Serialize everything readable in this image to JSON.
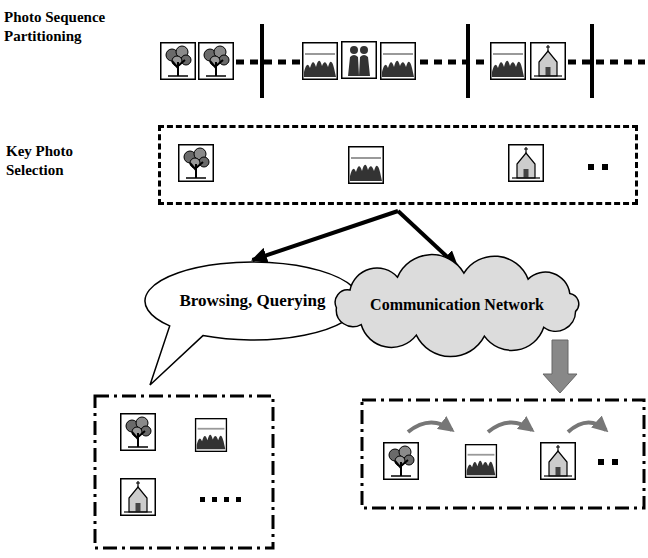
{
  "diagram": {
    "nodes": [
      {
        "text": [
          "Key Photo Selection"
        ]
      },
      {
        "text": [
          "Browsing, Querying"
        ]
      },
      {
        "text": [
          "Communication Network"
        ]
      }
    ],
    "edges": [
      {
        "from": 0,
        "to": 1,
        "arrow": "to"
      },
      {
        "from": 0,
        "to": 2,
        "arrow": "to"
      }
    ],
    "labels": [
      "Photo Sequence Partitioning"
    ]
  }
}
